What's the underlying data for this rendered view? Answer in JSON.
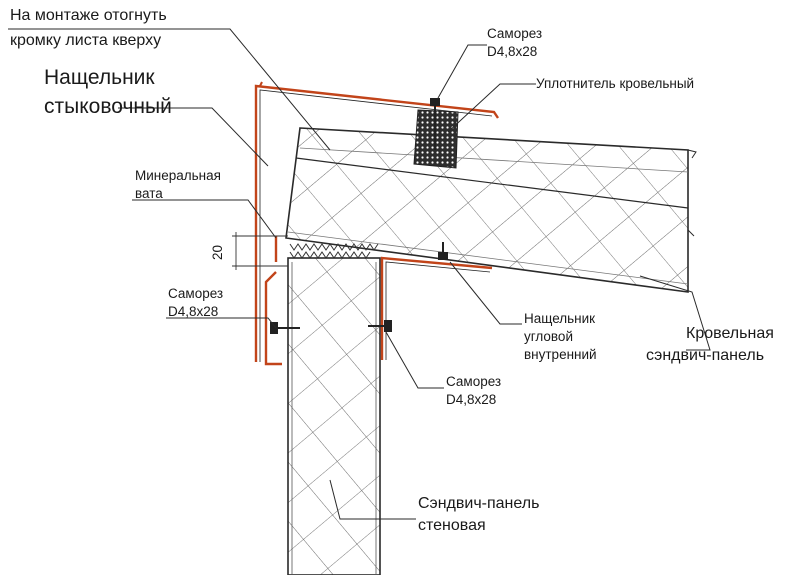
{
  "labels": {
    "bend_note_line1": "На монтаже отогнуть",
    "bend_note_line2": "кромку листа кверху",
    "joint_strip_line1": "Нащельник",
    "joint_strip_line2": "стыковочный",
    "screw_top_line1": "Саморез",
    "screw_top_line2": "D4,8x28",
    "roof_seal": "Уплотнитель кровельный",
    "mineral_wool_line1": "Минеральная",
    "mineral_wool_line2": "вата",
    "dim_20": "20",
    "screw_left_line1": "Саморез",
    "screw_left_line2": "D4,8x28",
    "corner_strip_line1": "Нащельник",
    "corner_strip_line2": "угловой",
    "corner_strip_line3": "внутренний",
    "roof_panel_line1": "Кровельная",
    "roof_panel_line2": "сэндвич-панель",
    "screw_mid_line1": "Саморез",
    "screw_mid_line2": "D4,8x28",
    "wall_panel_line1": "Сэндвич-панель",
    "wall_panel_line2": "стеновая"
  },
  "colors": {
    "flashing": "#c2441a",
    "line": "#2a2a2a",
    "seal": "#333333"
  }
}
